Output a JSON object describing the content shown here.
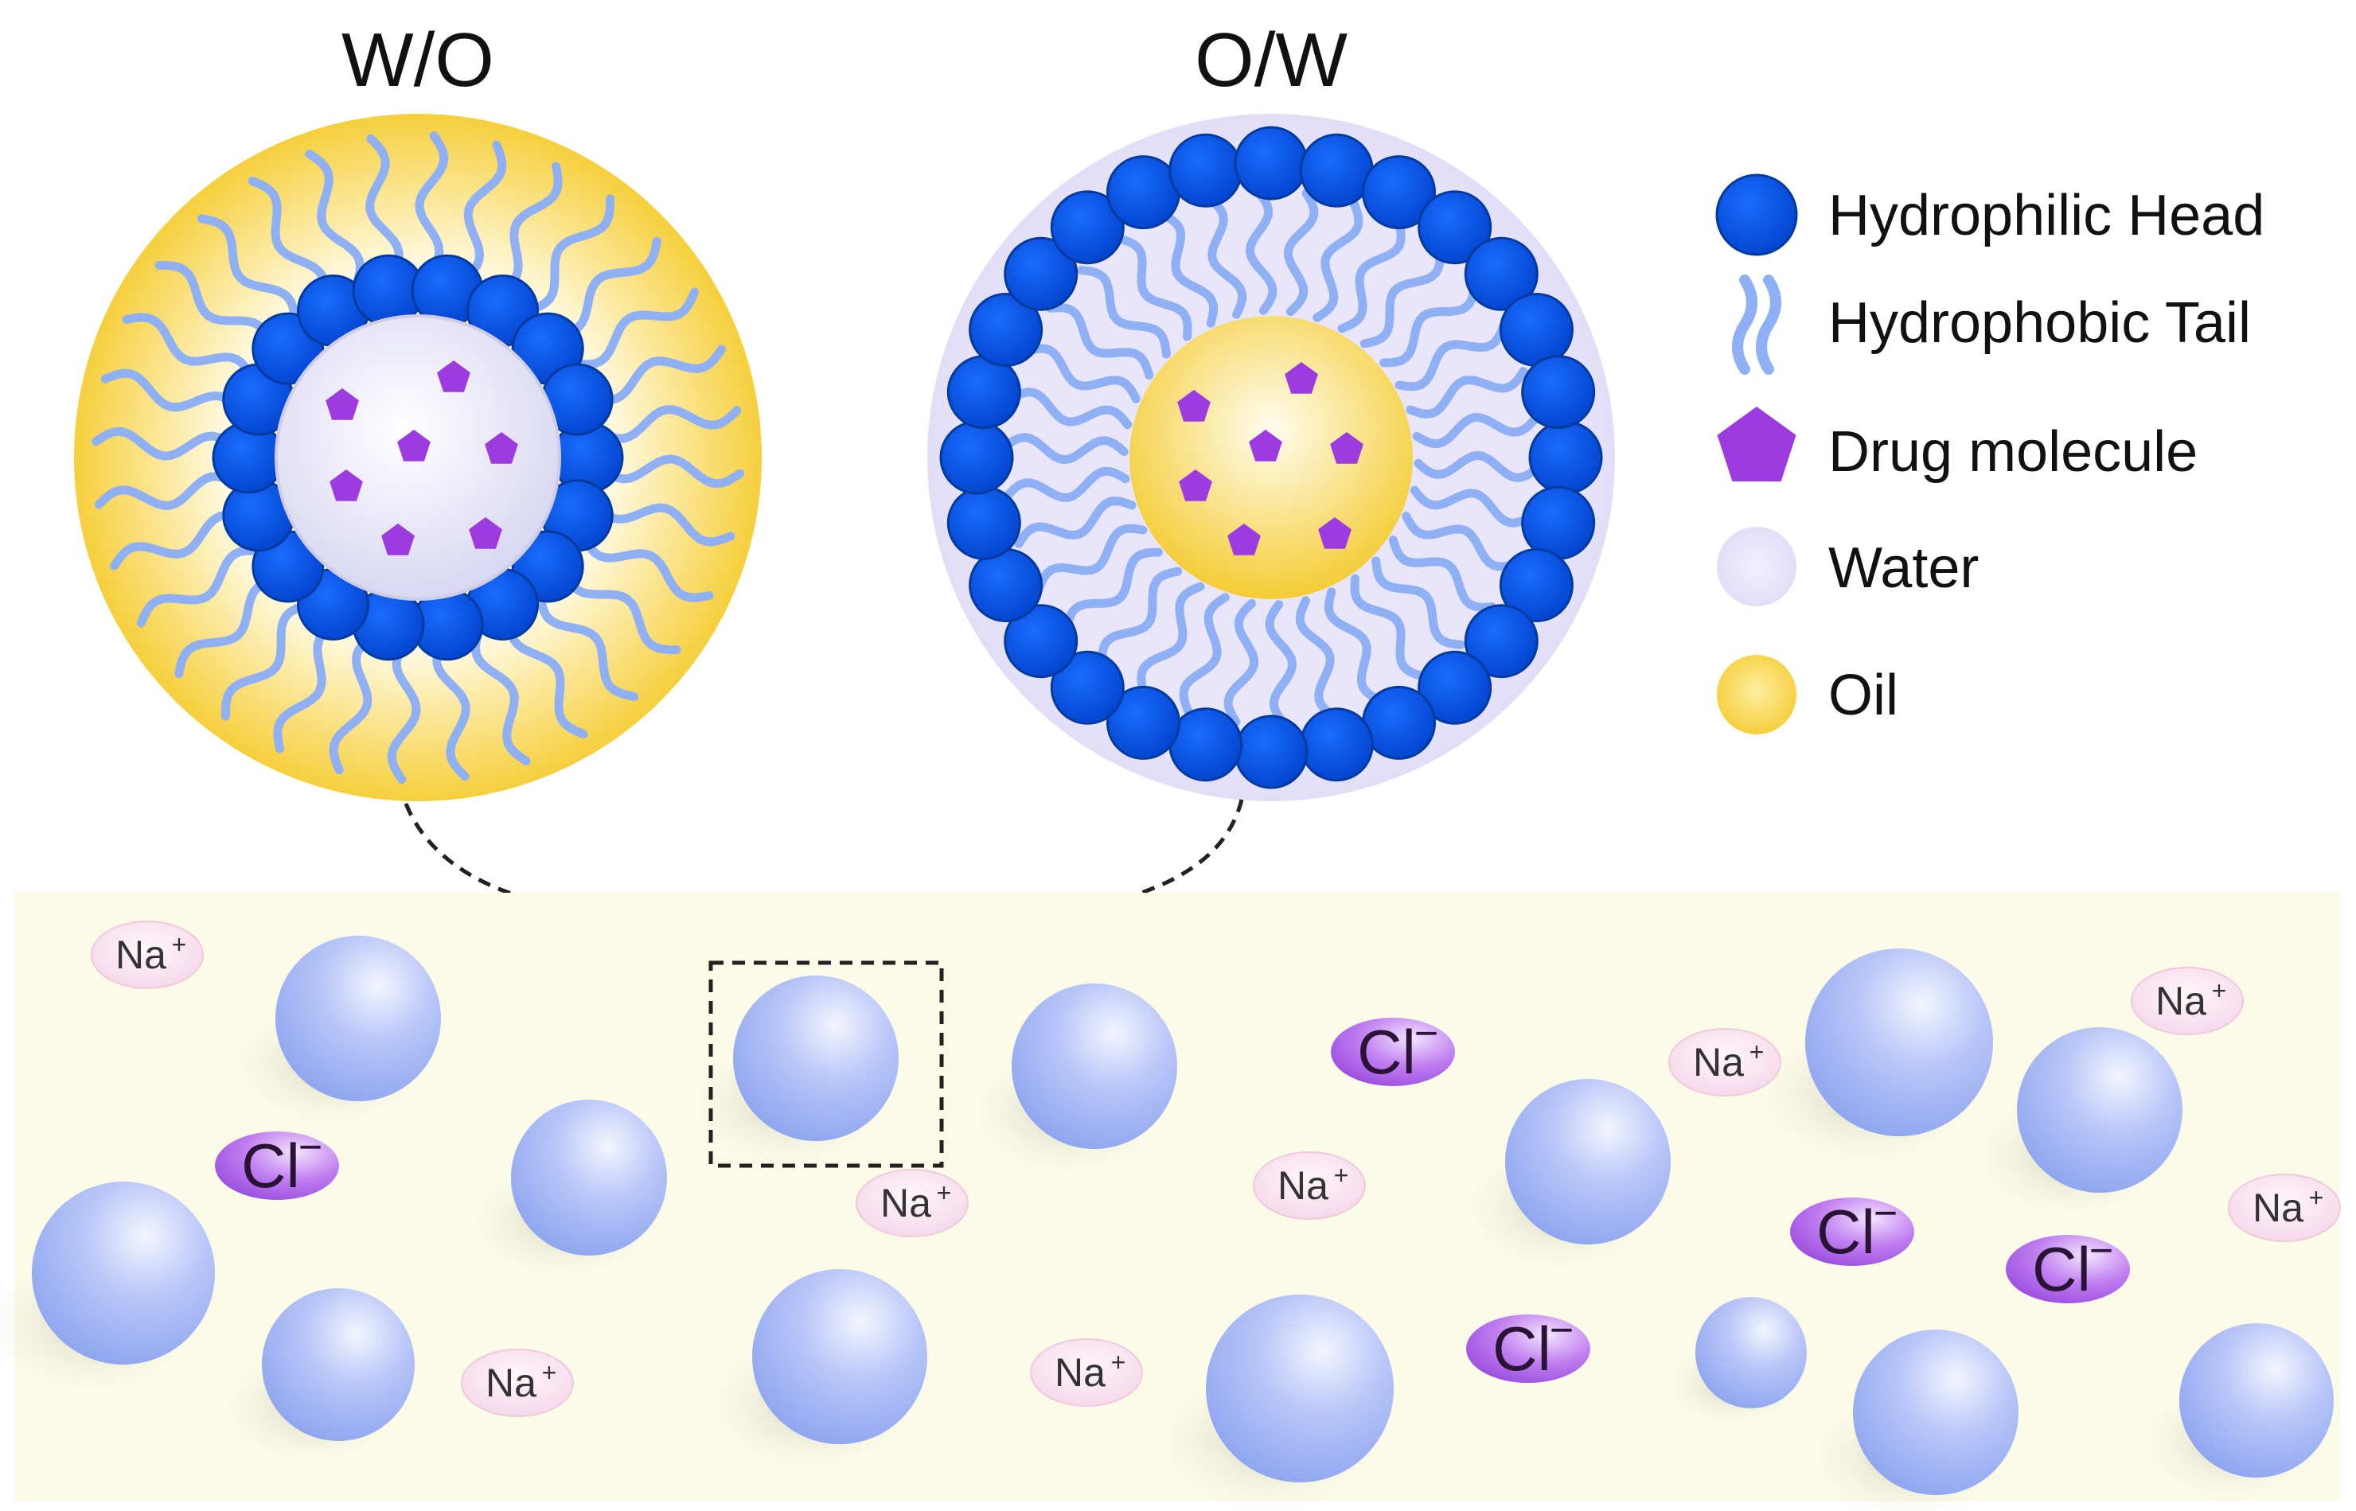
{
  "titles": {
    "wo": "W/O",
    "ow": "O/W"
  },
  "legend": [
    {
      "key": "head",
      "label": "Hydrophilic Head"
    },
    {
      "key": "tail",
      "label": "Hydrophobic Tail"
    },
    {
      "key": "drug",
      "label": "Drug molecule"
    },
    {
      "key": "water",
      "label": "Water"
    },
    {
      "key": "oil",
      "label": "Oil"
    }
  ],
  "ions": {
    "sodium": "Na",
    "sodium_charge": "+",
    "chloride": "Cl",
    "chloride_charge": "−"
  },
  "colors": {
    "head": "#0a5cf0",
    "tail": "#8fb0f5",
    "drug": "#9b3be0",
    "water": "#e8e6fa",
    "oil": "#f7d244",
    "background_panel": "#fbfbe8",
    "droplet": "#a9b8f5",
    "chloride_ion": "#b56ee8",
    "sodium_ion": "#fbe8f2"
  }
}
